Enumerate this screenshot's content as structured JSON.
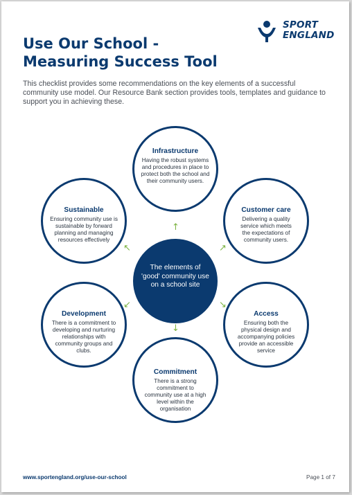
{
  "logo": {
    "line1": "SPORT",
    "line2": "ENGLAND"
  },
  "title": {
    "line1": "Use Our School -",
    "line2": "Measuring Success Tool"
  },
  "intro": "This checklist provides some recommendations on the key elements of a successful community use model. Our Resource Bank section provides tools, templates and guidance to support you in achieving these.",
  "center": {
    "text": "The elements of 'good' community use on a school site"
  },
  "elements": {
    "infrastructure": {
      "title": "Infrastructure",
      "body": "Having the robust systems and procedures in place to protect both the school and their community users."
    },
    "customer_care": {
      "title": "Customer care",
      "body": "Delivering a quality service which meets the expectations of community users."
    },
    "access": {
      "title": "Access",
      "body": "Ensuring both the physical design and accompanying policies provide an accessible service"
    },
    "commitment": {
      "title": "Commitment",
      "body": "There is a strong commitment to community use at a high level within the organisation"
    },
    "development": {
      "title": "Development",
      "body": "There is a commitment to developing and nurturing relationships with community groups and clubs."
    },
    "sustainable": {
      "title": "Sustainable",
      "body": "Ensuring community use is sustainable by forward planning and managing resources effectively"
    }
  },
  "arrow_color": "#7cb342",
  "brand_color": "#0b3a6f",
  "footer": {
    "url": "www.sportengland.org/use-our-school",
    "page": "Page 1 of 7"
  }
}
